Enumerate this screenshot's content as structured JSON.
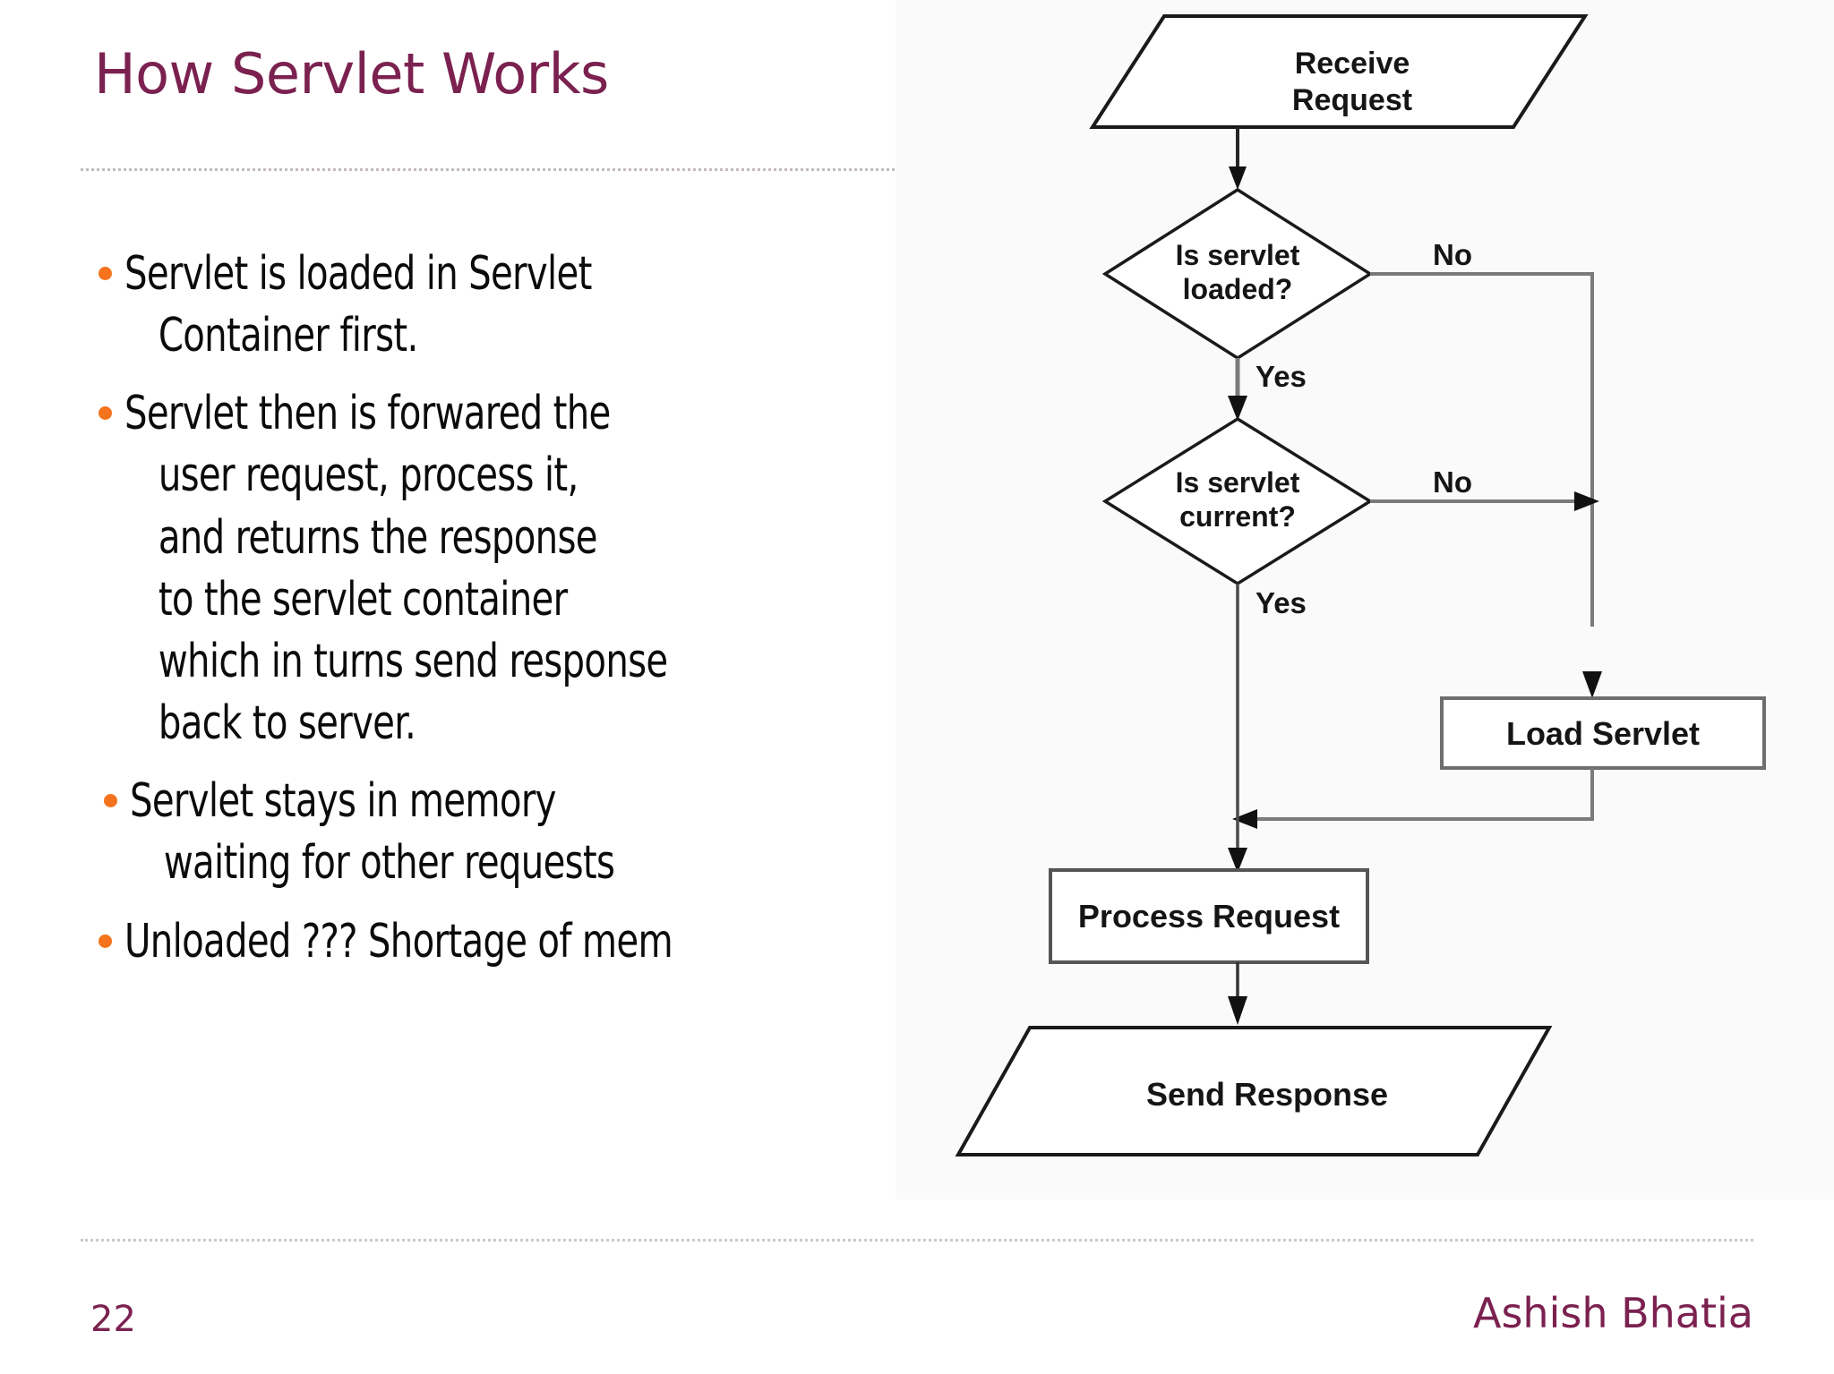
{
  "slide": {
    "title": "How Servlet Works",
    "page_number": "22",
    "author": "Ashish Bhatia",
    "title_color": "#7b2150",
    "bullet_color": "#f4731c",
    "body_color": "#0b0b0b"
  },
  "bullets": [
    {
      "line1": "Servlet is loaded in Servlet",
      "line2": "Container first."
    },
    {
      "line1": "Servlet then is forwared the",
      "line2": "user request, process it,",
      "line3": "and returns the response",
      "line4": "to the servlet container",
      "line5": "which in turns send response",
      "line6": "back to server."
    },
    {
      "line1": " Servlet stays in memory",
      "line2": "waiting for other requests"
    },
    {
      "line1": "Unloaded ??? Shortage of mem"
    }
  ],
  "flowchart": {
    "nodes": {
      "receive_request": "Receive\nRequest",
      "receive_request_line1": "Receive",
      "receive_request_line2": "Request",
      "is_servlet_loaded_line1": "Is servlet",
      "is_servlet_loaded_line2": "loaded?",
      "is_servlet_current_line1": "Is servlet",
      "is_servlet_current_line2": "current?",
      "load_servlet": "Load Servlet",
      "process_request": "Process Request",
      "send_response": "Send Response"
    },
    "edge_labels": {
      "loaded_no": "No",
      "loaded_yes": "Yes",
      "current_no": "No",
      "current_yes": "Yes"
    }
  }
}
